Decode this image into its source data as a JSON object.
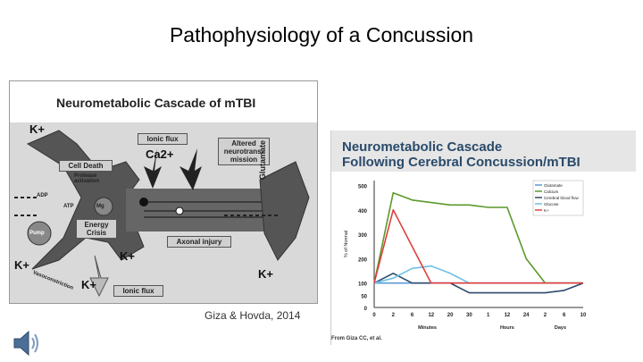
{
  "slide": {
    "title": "Pathophysiology of a Concussion"
  },
  "left_figure": {
    "title": "Neurometabolic Cascade of mTBI",
    "labels": {
      "k1": "K+",
      "ca": "Ca2+",
      "ionic_flux_top": "Ionic flux",
      "altered": "Altered neurotrans- mission",
      "cell_death": "Cell Death",
      "protease": "Protease activation",
      "adp": "ADP",
      "atp": "ATP",
      "mg": "Mg",
      "energy": "Energy Crisis",
      "pump": "Pump",
      "glutamate": "Glutamate",
      "axonal": "Axonal injury",
      "k2": "K+",
      "k3": "K+",
      "k4": "K+",
      "k5": "K+",
      "ionic_flux_bottom": "Ionic flux",
      "vaso": "Vasoconstriction"
    },
    "citation": "Giza & Hovda, 2014"
  },
  "right_figure": {
    "title_line1": "Neurometabolic Cascade",
    "title_line2": "Following Cerebral Concussion/mTBI",
    "source": "From Giza CC, et al.",
    "chart_data": {
      "type": "line",
      "title": "Neurometabolic Cascade Following Cerebral Concussion/mTBI",
      "ylabel": "% of Normal",
      "yticks": [
        0,
        50,
        100,
        200,
        300,
        400,
        500
      ],
      "ylim": [
        0,
        520
      ],
      "xticks": [
        "0",
        "2",
        "6",
        "12",
        "20",
        "30",
        "1",
        "12",
        "24",
        "2",
        "6",
        "10"
      ],
      "xgroups": [
        "Minutes",
        "Hours",
        "Days"
      ],
      "reference_line": 100,
      "series": [
        {
          "name": "Glutamate",
          "color": "#5b9bd5",
          "values": [
            100,
            100,
            100,
            100,
            100,
            100,
            100,
            100,
            100,
            100,
            100,
            100
          ]
        },
        {
          "name": "Calcium",
          "color": "#5a9a2a",
          "values": [
            100,
            470,
            440,
            430,
            420,
            420,
            410,
            410,
            200,
            100,
            100,
            100
          ]
        },
        {
          "name": "Cerebral blood flow",
          "color": "#2d4a6e",
          "values": [
            100,
            140,
            100,
            100,
            100,
            60,
            60,
            60,
            60,
            60,
            70,
            100
          ]
        },
        {
          "name": "Glucose",
          "color": "#6ec1e4",
          "values": [
            100,
            120,
            160,
            170,
            140,
            100,
            100,
            100,
            100,
            100,
            100,
            100
          ]
        },
        {
          "name": "K+",
          "color": "#e04040",
          "values": [
            100,
            400,
            250,
            100,
            100,
            100,
            100,
            100,
            100,
            100,
            100,
            100
          ]
        }
      ]
    }
  }
}
